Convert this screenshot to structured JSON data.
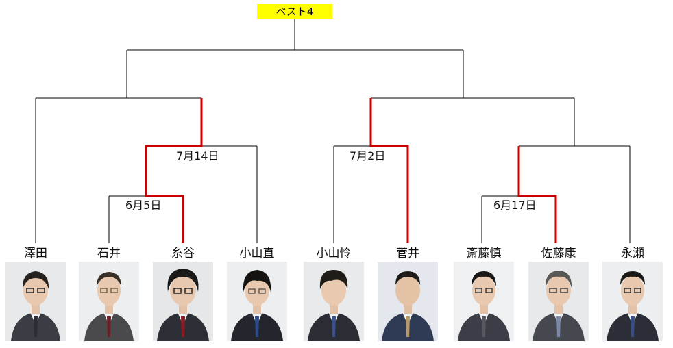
{
  "header": {
    "title": "ベスト4"
  },
  "matches": [
    {
      "date": "6月5日"
    },
    {
      "date": "7月14日"
    },
    {
      "date": "7月2日"
    },
    {
      "date": "6月17日"
    }
  ],
  "players": [
    {
      "name": "澤田"
    },
    {
      "name": "石井"
    },
    {
      "name": "糸谷"
    },
    {
      "name": "小山直"
    },
    {
      "name": "小山怜"
    },
    {
      "name": "菅井"
    },
    {
      "name": "斎藤慎"
    },
    {
      "name": "佐藤康"
    },
    {
      "name": "永瀬"
    }
  ],
  "colors": {
    "winner_line": "#cc0000",
    "line": "#000000",
    "title_bg": "#ffff00"
  }
}
